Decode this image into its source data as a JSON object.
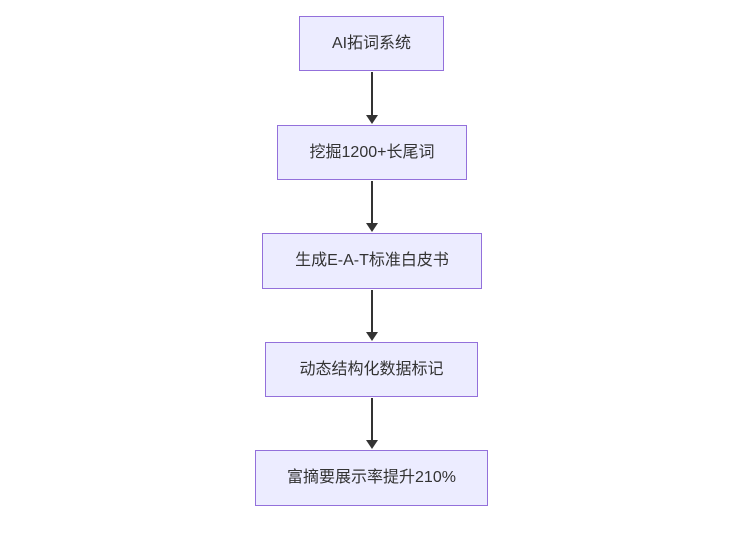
{
  "diagram": {
    "type": "flowchart-top-down",
    "nodes": [
      {
        "id": "node-1",
        "label": "AI拓词系统"
      },
      {
        "id": "node-2",
        "label": "挖掘1200+长尾词"
      },
      {
        "id": "node-3",
        "label": "生成E-A-T标准白皮书"
      },
      {
        "id": "node-4",
        "label": "动态结构化数据标记"
      },
      {
        "id": "node-5",
        "label": "富摘要展示率提升210%"
      }
    ],
    "edges": [
      {
        "from": "node-1",
        "to": "node-2"
      },
      {
        "from": "node-2",
        "to": "node-3"
      },
      {
        "from": "node-3",
        "to": "node-4"
      },
      {
        "from": "node-4",
        "to": "node-5"
      }
    ],
    "colors": {
      "node_fill": "#ECECFF",
      "node_border": "#9370DB",
      "arrow": "#333333",
      "text": "#333333",
      "background": "#FFFFFF"
    }
  }
}
